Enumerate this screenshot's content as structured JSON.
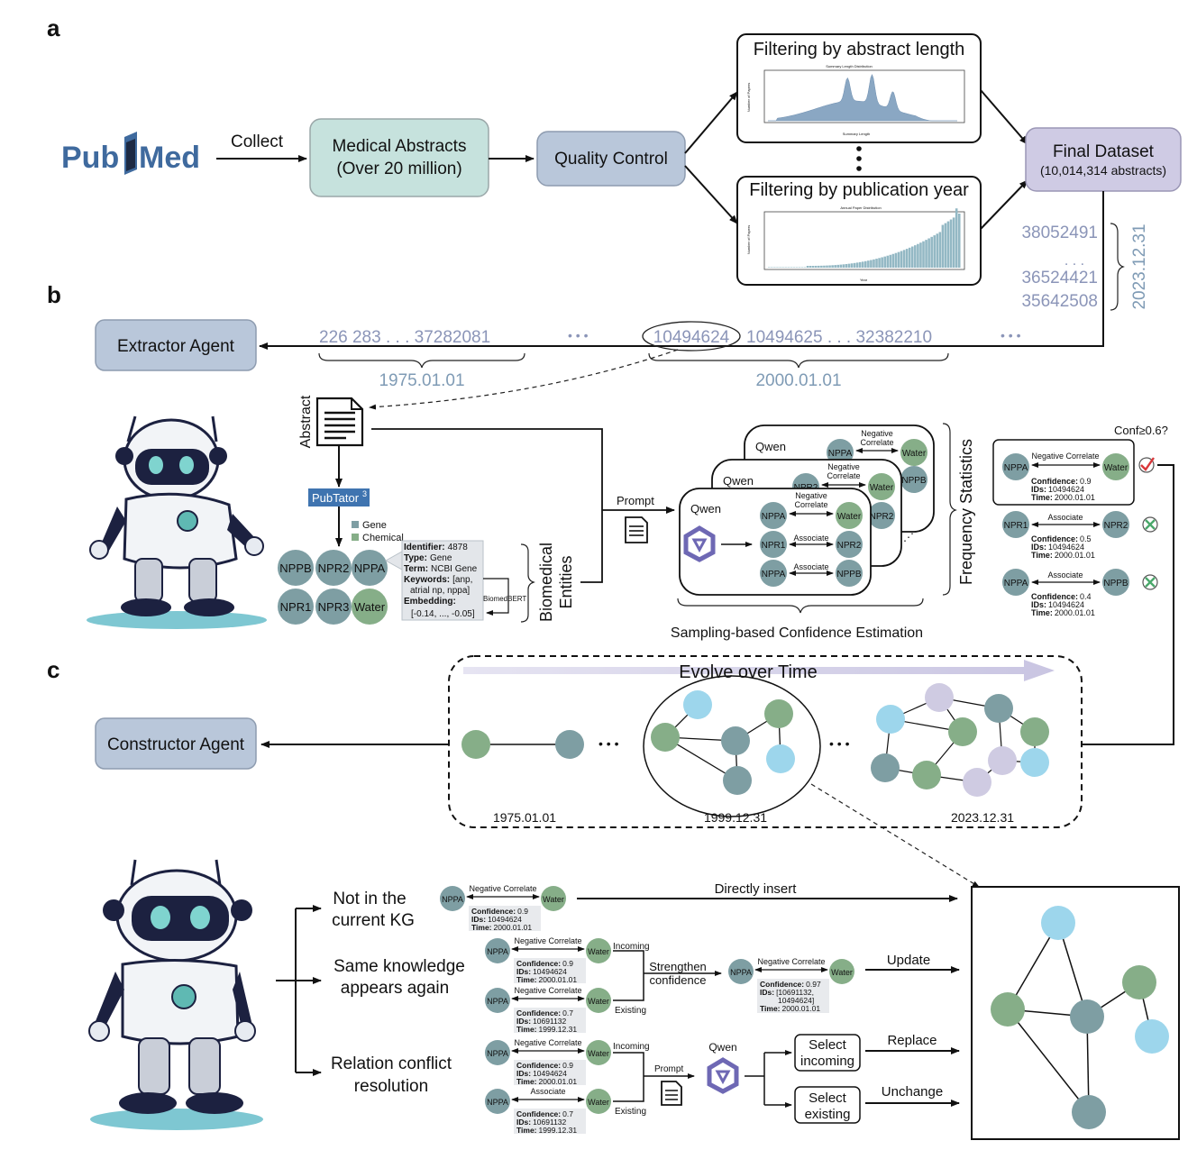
{
  "panels": {
    "a": "a",
    "b": "b",
    "c": "c"
  },
  "colors": {
    "gray_blue": "#b9c7da",
    "teal_box": "#c6e2dd",
    "purple_box": "#cfcbe4",
    "node_teal": "#7e9ea3",
    "node_green": "#86ae88",
    "node_cyan": "#9dd6ec",
    "node_lavender": "#cfcbe2",
    "id_text": "#8b95b8",
    "date_text": "#7f9bb5",
    "pubmed_blue": "#3f6a9e"
  },
  "section_a": {
    "pubmed_logo": {
      "pub": "Pub",
      "med": "Med"
    },
    "collect_label": "Collect",
    "medical_abstracts": {
      "line1": "Medical Abstracts",
      "line2": "(Over 20 million)"
    },
    "quality_control": "Quality Control",
    "filter_length": {
      "title": "Filtering by abstract length",
      "chart_title": "Summary Length Distribution",
      "xlabel": "Summary Length",
      "ylabel": "Number of Papers"
    },
    "filter_year": {
      "title": "Filtering by publication year",
      "chart_title": "Annual Paper Distribution",
      "xlabel": "Year",
      "ylabel": "Number of Papers"
    },
    "final_dataset": {
      "line1": "Final Dataset",
      "line2": "(10,014,314 abstracts)"
    },
    "ids": [
      "38052491",
      ". . .",
      "36524421",
      "35642508"
    ],
    "date": "2023.12.31"
  },
  "section_b": {
    "extractor_agent": "Extractor Agent",
    "timeline": {
      "group1": "226  283  . . .  37282081",
      "dots": "•  •  •",
      "circled_id": "10494624",
      "group2": "10494625 . . . 32382210",
      "date1": "1975.01.01",
      "date2": "2000.01.01"
    },
    "abstract_label": "Abstract",
    "pubtator": "PubTator",
    "pubtator_sup": "3",
    "legend": {
      "gene": "Gene",
      "chemical": "Chemical"
    },
    "entities": [
      "NPPB",
      "NPR2",
      "NPPA",
      "NPR1",
      "NPR3",
      "Water"
    ],
    "entity_card": {
      "identifier_k": "Identifier:",
      "identifier_v": "4878",
      "type_k": "Type:",
      "type_v": "Gene",
      "term_k": "Term:",
      "term_v": "NCBI Gene",
      "keywords_k": "Keywords:",
      "keywords_v1": "[anp,",
      "keywords_v2": "atrial np, nppa]",
      "embedding_k": "Embedding:",
      "embedding_v": "[-0.14, ..., -0.05]",
      "model": "BiomedBERT"
    },
    "biomedical_entities": {
      "line1": "Biomedical",
      "line2": "Entities"
    },
    "prompt_label": "Prompt",
    "qwen_label": "Qwen",
    "relations": {
      "negative": "Negative Correlate",
      "negative_l1": "Negative",
      "negative_l2": "Correlate",
      "associate": "Associate"
    },
    "sampling_label": "Sampling-based Confidence Estimation",
    "frequency_label": "Frequency Statistics",
    "conf_threshold": "Conf≥0.6?",
    "results": [
      {
        "h": "NPPA",
        "rel": "Negative Correlate",
        "t": "Water",
        "conf": "0.9",
        "ids": "10494624",
        "time": "2000.01.01",
        "pass": true
      },
      {
        "h": "NPR1",
        "rel": "Associate",
        "t": "NPR2",
        "conf": "0.5",
        "ids": "10494624",
        "time": "2000.01.01",
        "pass": false
      },
      {
        "h": "NPPA",
        "rel": "Associate",
        "t": "NPPB",
        "conf": "0.4",
        "ids": "10494624",
        "time": "2000.01.01",
        "pass": false
      }
    ],
    "meta_keys": {
      "conf": "Confidence:",
      "ids": "IDs:",
      "time": "Time:"
    }
  },
  "section_c": {
    "constructor_agent": "Constructor Agent",
    "evolve_label": "Evolve over Time",
    "dates": [
      "1975.01.01",
      "1999.12.31",
      "2023.12.31"
    ],
    "cases": {
      "not_in_kg": {
        "line1": "Not in the",
        "line2": "current KG"
      },
      "same_knowledge": {
        "line1": "Same knowledge",
        "line2": "appears again"
      },
      "conflict": {
        "line1": "Relation conflict",
        "line2": "resolution"
      }
    },
    "directly_insert": "Directly insert",
    "update": "Update",
    "replace": "Replace",
    "unchange": "Unchange",
    "strengthen": {
      "line1": "Strengthen",
      "line2": "confidence"
    },
    "incoming": "Incoming",
    "existing": "Existing",
    "prompt_label": "Prompt",
    "qwen_label": "Qwen",
    "select_incoming": {
      "line1": "Select",
      "line2": "incoming"
    },
    "select_existing": {
      "line1": "Select",
      "line2": "existing"
    },
    "triples": {
      "insert": {
        "conf": "0.9",
        "ids": "10494624",
        "time": "2000.01.01"
      },
      "same_in": {
        "conf": "0.9",
        "ids": "10494624",
        "time": "2000.01.01"
      },
      "same_ex": {
        "conf": "0.7",
        "ids": "10691132",
        "time": "1999.12.31"
      },
      "merged": {
        "conf": "0.97",
        "ids1": "[10691132,",
        "ids2": "10494624]",
        "time": "2000.01.01"
      },
      "conf_in": {
        "conf": "0.9",
        "ids": "10494624",
        "time": "2000.01.01"
      },
      "conf_ex": {
        "conf": "0.7",
        "ids": "10691132",
        "time": "1999.12.31"
      }
    }
  }
}
